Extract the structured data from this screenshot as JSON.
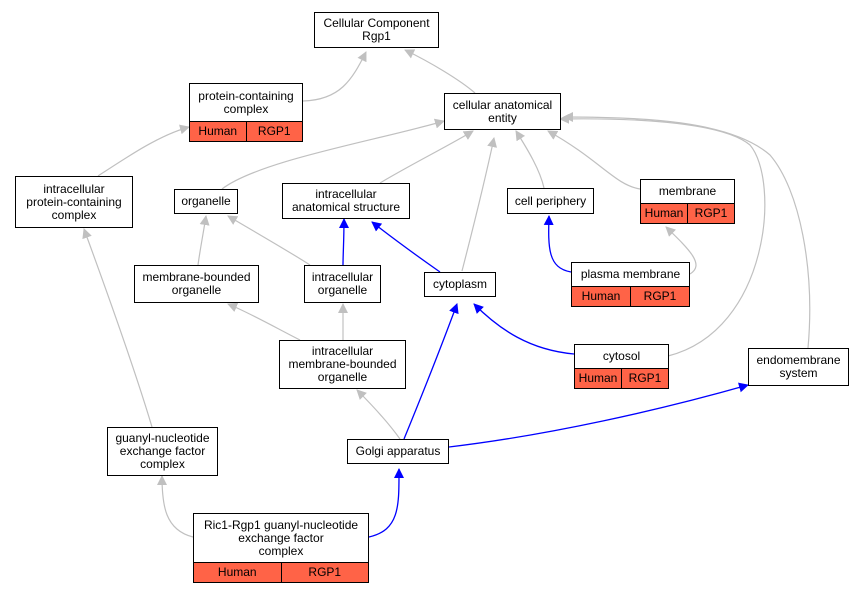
{
  "colors": {
    "is_a_edge": "#c0c0c0",
    "part_of_edge": "#0000ff",
    "annotation_fill": "#ff6347"
  },
  "nodes": {
    "root": {
      "label": "Cellular Component\nRgp1"
    },
    "protein_containing_complex": {
      "label": "protein-containing\ncomplex",
      "annot": [
        "Human",
        "RGP1"
      ]
    },
    "cellular_anatomical_entity": {
      "label": "cellular anatomical\nentity"
    },
    "intracellular_protein_containing_complex": {
      "label": "intracellular\nprotein-containing\ncomplex"
    },
    "organelle": {
      "label": "organelle"
    },
    "intracellular_anatomical_structure": {
      "label": "intracellular\nanatomical structure"
    },
    "cell_periphery": {
      "label": "cell periphery"
    },
    "membrane": {
      "label": "membrane",
      "annot": [
        "Human",
        "RGP1"
      ]
    },
    "membrane_bounded_organelle": {
      "label": "membrane-bounded\norganelle"
    },
    "intracellular_organelle": {
      "label": "intracellular\norganelle"
    },
    "cytoplasm": {
      "label": "cytoplasm"
    },
    "plasma_membrane": {
      "label": "plasma membrane",
      "annot": [
        "Human",
        "RGP1"
      ]
    },
    "intracellular_membrane_bounded_organelle": {
      "label": "intracellular\nmembrane-bounded\norganelle"
    },
    "cytosol": {
      "label": "cytosol",
      "annot": [
        "Human",
        "RGP1"
      ]
    },
    "endomembrane_system": {
      "label": "endomembrane\nsystem"
    },
    "guanyl_nucleotide_exchange_factor_complex": {
      "label": "guanyl-nucleotide\nexchange factor\ncomplex"
    },
    "golgi_apparatus": {
      "label": "Golgi apparatus"
    },
    "ric1_rgp1_complex": {
      "label": "Ric1-Rgp1 guanyl-nucleotide\nexchange factor\ncomplex",
      "annot": [
        "Human",
        "RGP1"
      ]
    }
  }
}
